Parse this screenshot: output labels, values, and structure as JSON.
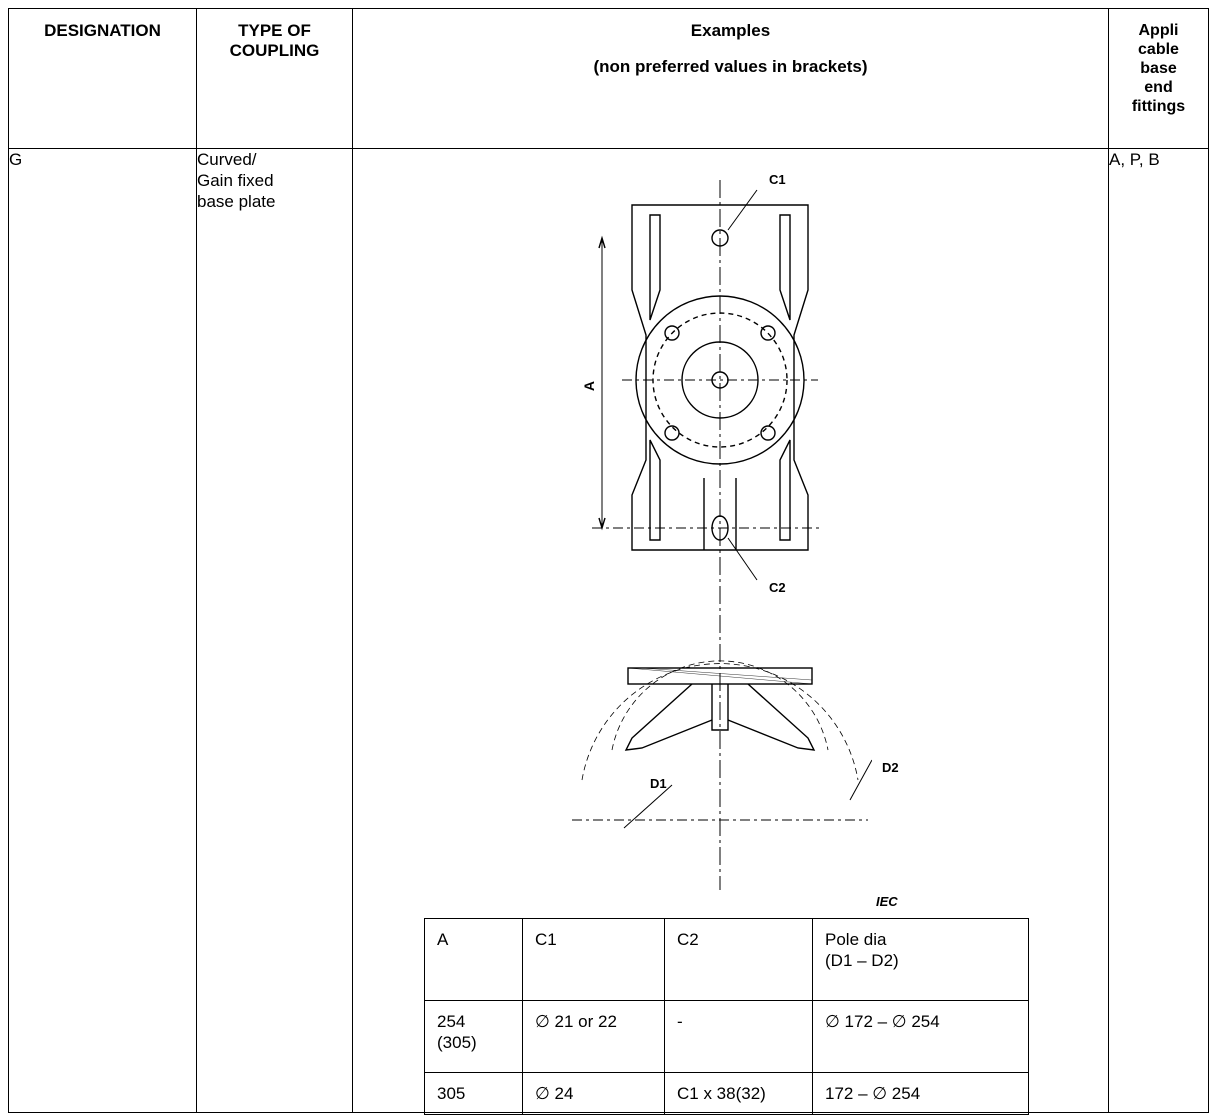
{
  "header": {
    "designation": "DESIGNATION",
    "type_line1": "TYPE OF",
    "type_line2": "COUPLING",
    "examples_line1": "Examples",
    "examples_line2": "(non preferred values in brackets)",
    "applicable_lines": [
      "Appli",
      "cable",
      "base",
      "end",
      "fittings"
    ]
  },
  "row": {
    "designation": "G",
    "type_lines": [
      "Curved/",
      "Gain fixed",
      "base plate"
    ],
    "applicable": "A, P, B"
  },
  "drawing_labels": {
    "c1": "C1",
    "c2": "C2",
    "a": "A",
    "d1": "D1",
    "d2": "D2",
    "iec": "IEC"
  },
  "examples_table": {
    "headers": [
      "A",
      "C1",
      "C2",
      "Pole dia",
      "(D1 – D2)"
    ],
    "rows": [
      [
        "254",
        "(305)",
        "∅ 21 or 22",
        "-",
        "∅ 172 – ∅ 254"
      ],
      [
        "305",
        "∅ 24",
        "C1 x 38(32)",
        "172 – ∅ 254"
      ]
    ]
  }
}
